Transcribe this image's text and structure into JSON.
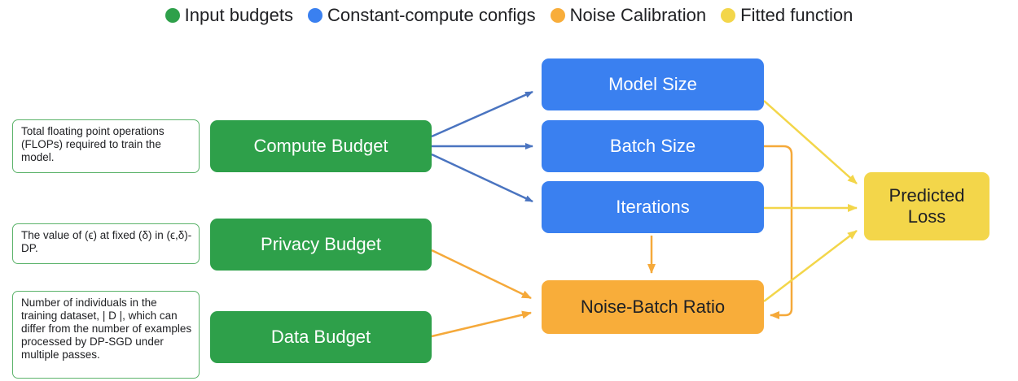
{
  "legend": [
    {
      "label": "Input budgets",
      "color": "#2ea04a"
    },
    {
      "label": "Constant-compute configs",
      "color": "#3a80f0"
    },
    {
      "label": "Noise Calibration",
      "color": "#f8ad3a"
    },
    {
      "label": "Fitted function",
      "color": "#f3d64a"
    }
  ],
  "inputs": {
    "compute": {
      "label": "Compute Budget",
      "note": "Total floating point operations (FLOPs) required to train the model."
    },
    "privacy": {
      "label": "Privacy Budget",
      "note": "The value of (ϵ) at fixed (δ) in (ϵ,δ)-DP."
    },
    "data": {
      "label": "Data Budget",
      "note": "Number of individuals in the training dataset, | D |, which can differ from the number of examples processed by DP-SGD under multiple passes."
    }
  },
  "configs": {
    "model_size": "Model Size",
    "batch_size": "Batch Size",
    "iterations": "Iterations"
  },
  "noise": {
    "label": "Noise-Batch Ratio"
  },
  "output": {
    "line1": "Predicted",
    "line2": "Loss"
  },
  "colors": {
    "input": "#2ea04a",
    "config": "#3a80f0",
    "noise": "#f8ad3a",
    "fitted": "#f3d64a",
    "blue_arrow": "#4a74c0",
    "orange_arrow": "#f5a93a",
    "yellow_arrow": "#f3d64a"
  }
}
